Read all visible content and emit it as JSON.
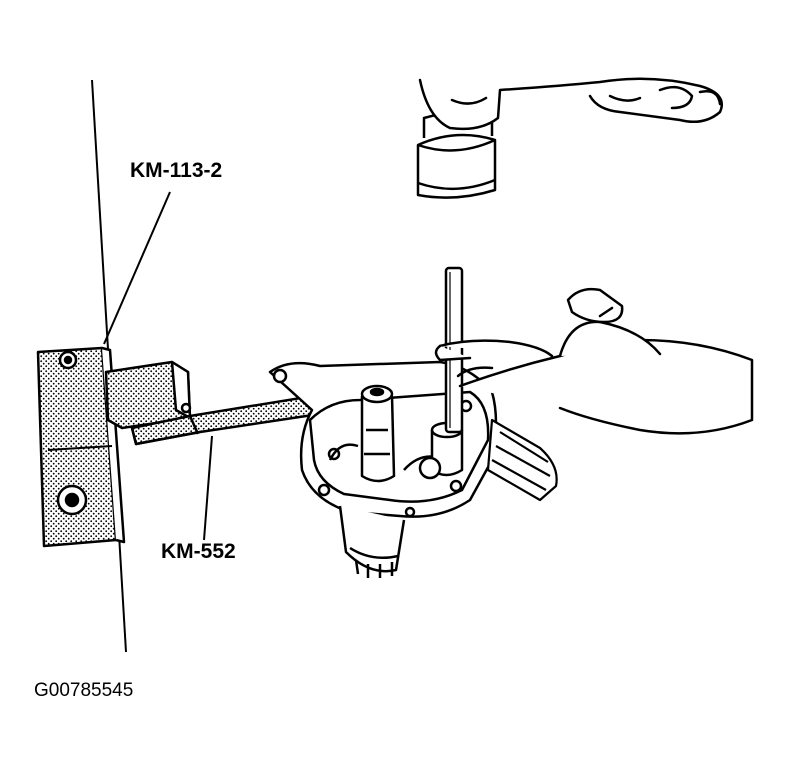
{
  "callouts": {
    "km_113_2": "KM-113-2",
    "km_552": "KM-552"
  },
  "figure_id": "G00785545",
  "colors": {
    "ink": "#000000",
    "paper": "#ffffff"
  }
}
